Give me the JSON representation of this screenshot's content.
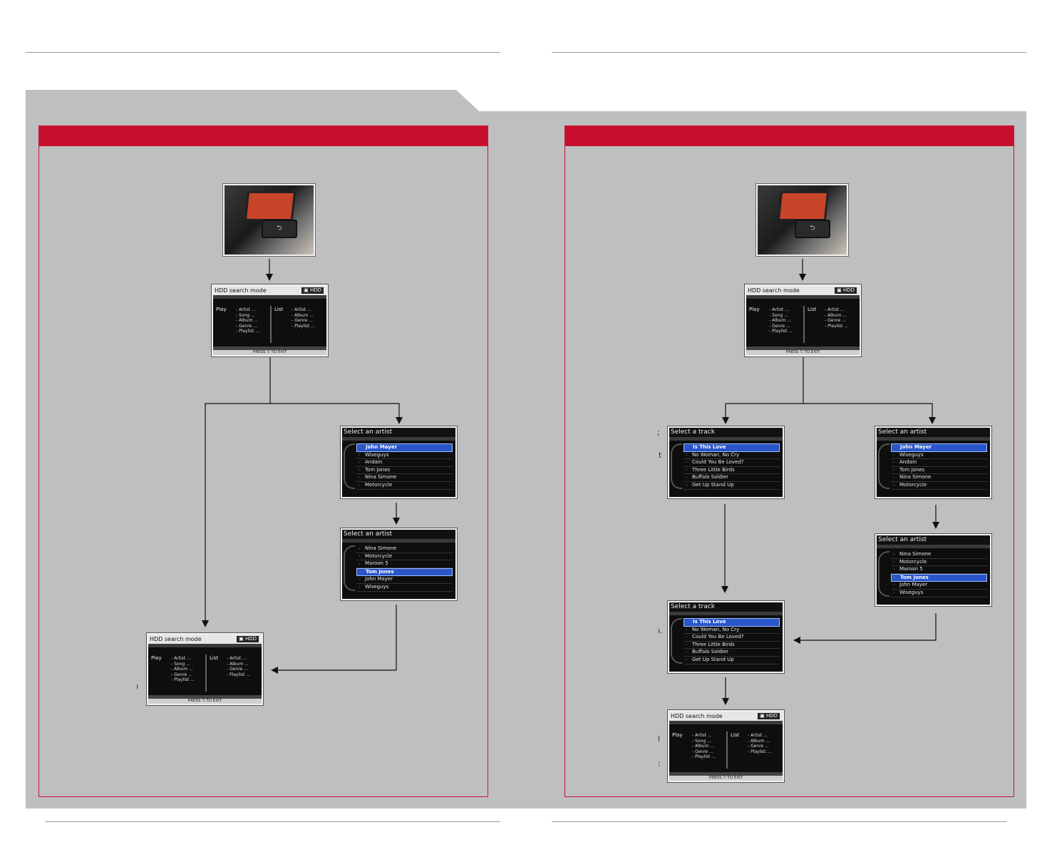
{
  "screens": {
    "hdd_search": {
      "title": "HDD search mode",
      "badge": "HDD",
      "play_label": "Play",
      "play_items": [
        "Artist ...",
        "Song ...",
        "Album ...",
        "Genre ...",
        "Playlist ..."
      ],
      "list_label": "List",
      "list_items": [
        "Artist ...",
        "Album ...",
        "Genre ...",
        "Playlist ..."
      ],
      "footer": "PRESS ⮌ TO EXIT"
    },
    "artist_a": {
      "title": "Select an artist",
      "items": [
        "John Mayer",
        "Wiseguys",
        "Andain",
        "Tom Jones",
        "Nina Simone",
        "Motorcycle"
      ],
      "selected": 0
    },
    "artist_b": {
      "title": "Select an artist",
      "items": [
        "Nina Simone",
        "Motorcycle",
        "Maroon 5",
        "Tom Jones",
        "John Mayer",
        "Wiseguys"
      ],
      "selected": 3
    },
    "track": {
      "title": "Select a track",
      "items": [
        "Is This Love",
        "No Woman, No Cry",
        "Could You Be Loved?",
        "Three Little Birds",
        "Buffalo Soldier",
        "Get Up Stand Up"
      ],
      "selected": 0
    }
  },
  "photo_icon": "back-arrow-icon",
  "colors": {
    "accent": "#c8102e",
    "panel_bg": "#bebfc1"
  }
}
